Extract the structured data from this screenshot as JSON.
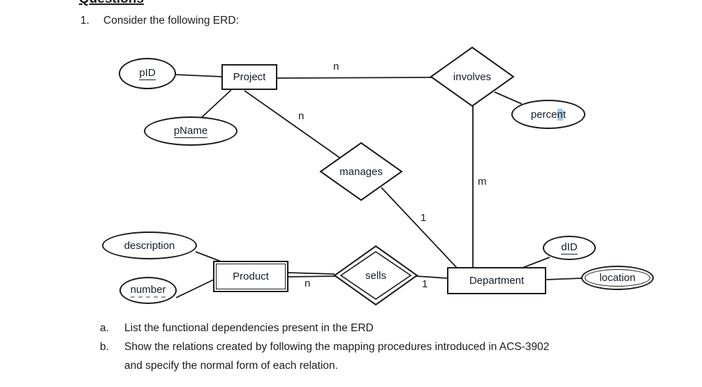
{
  "page": {
    "heading": "Questions",
    "question": {
      "number": "1.",
      "text": "Consider the following ERD:"
    },
    "subquestions": {
      "a": {
        "label": "a.",
        "text": "List the functional dependencies present in the ERD"
      },
      "b": {
        "label": "b.",
        "text": "Show the relations created by following the mapping procedures introduced in ACS-3902",
        "text_cont": "and specify the normal form of each relation."
      }
    }
  },
  "erd": {
    "entities": {
      "project": {
        "label": "Project",
        "type": "strong"
      },
      "product": {
        "label": "Product",
        "type": "weak"
      },
      "department": {
        "label": "Department",
        "type": "strong"
      }
    },
    "relationships": {
      "involves": {
        "label": "involves",
        "type": "regular"
      },
      "manages": {
        "label": "manages",
        "type": "regular"
      },
      "sells": {
        "label": "sells",
        "type": "identifying"
      }
    },
    "attributes": {
      "pid": {
        "label": "pID",
        "key": true
      },
      "pname": {
        "label": "pName",
        "key": true
      },
      "percent": {
        "before": "perce",
        "highlighted": "n",
        "after": "t"
      },
      "description": {
        "label": "description"
      },
      "number": {
        "label": "number",
        "partial_key": true
      },
      "did": {
        "label": "dID",
        "key": true
      },
      "location": {
        "label": "location",
        "multivalued": true
      }
    },
    "cardinalities": {
      "project_involves": "n",
      "project_manages": "n",
      "involves_department": "m",
      "manages_department": "1",
      "product_sells": "n",
      "sells_department": "1"
    }
  },
  "colors": {
    "line": "#1a1a1a",
    "diagram_text": "#141c2a",
    "selection_highlight": "#a9c8e9"
  }
}
